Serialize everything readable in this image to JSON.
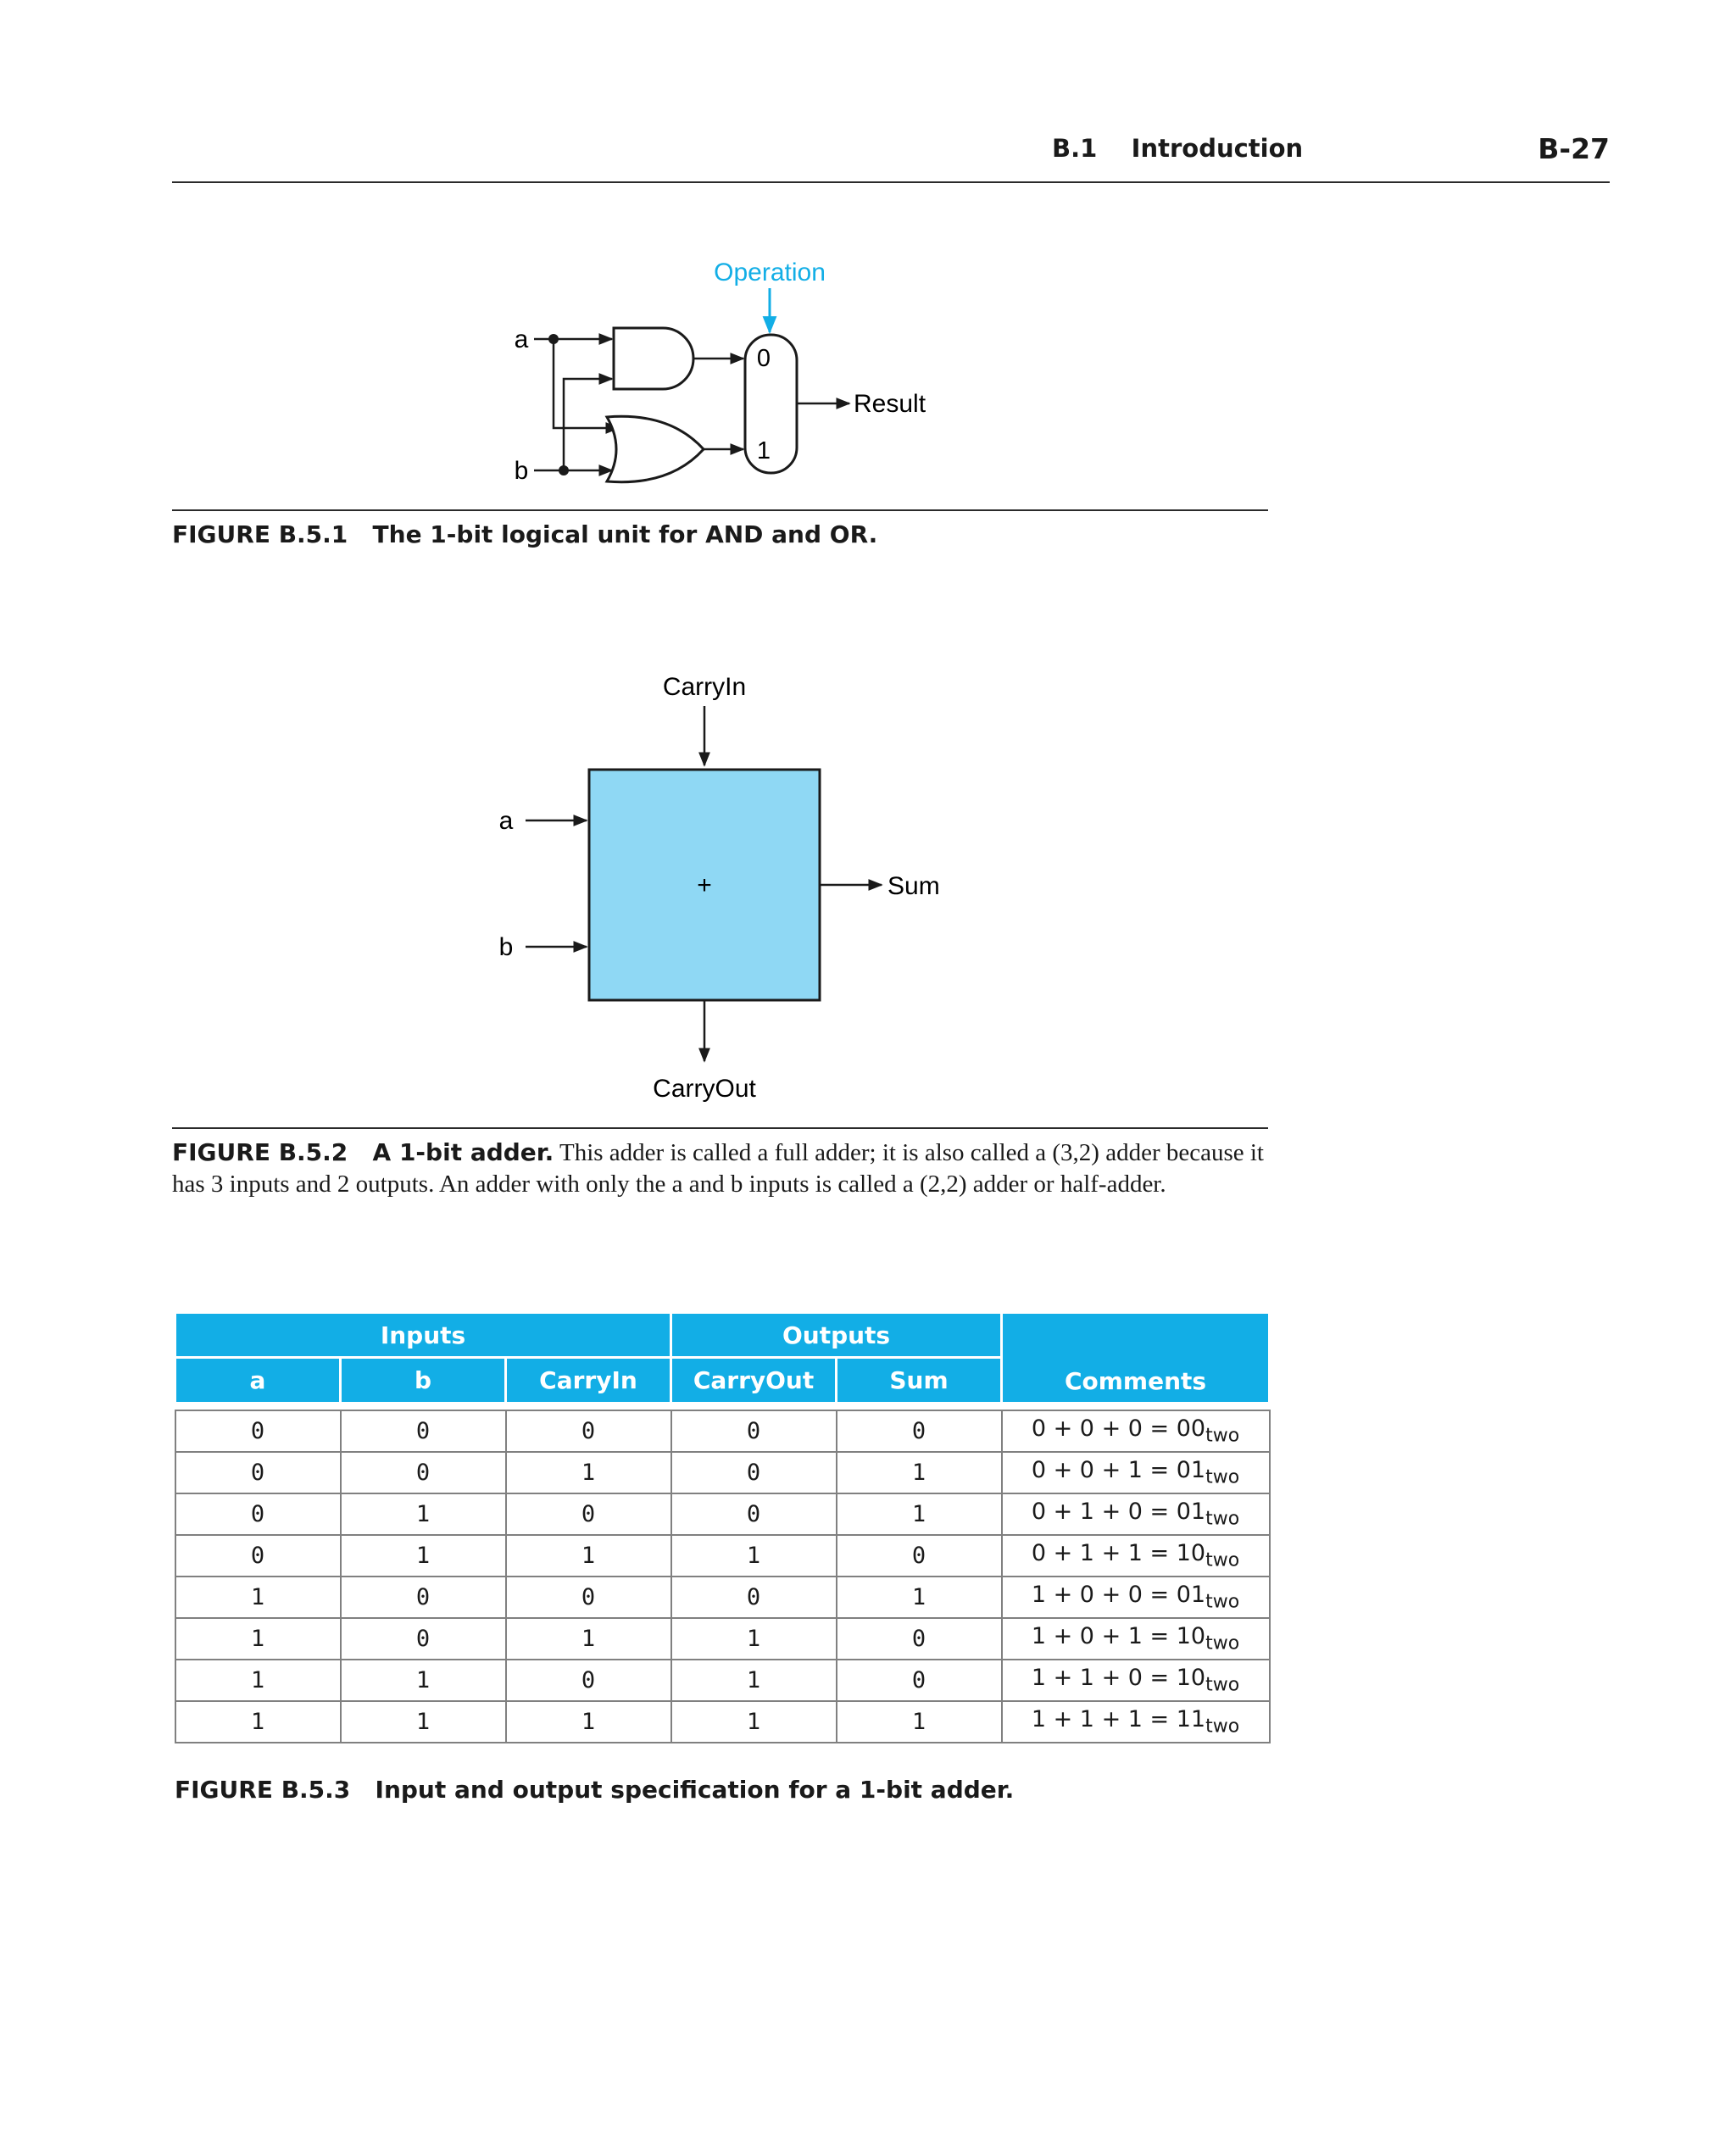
{
  "header": {
    "section": "B.1    Introduction",
    "page": "B-27"
  },
  "fig1": {
    "label": "FIGURE B.5.1",
    "title": "The 1-bit logical unit for AND and OR.",
    "diagram": {
      "operation": "Operation",
      "a": "a",
      "b": "b",
      "result": "Result",
      "mux0": "0",
      "mux1": "1"
    },
    "colors": {
      "operation": "#12aee6"
    }
  },
  "fig2": {
    "label": "FIGURE B.5.2",
    "title": "A 1-bit adder.",
    "body": "This adder is called a full adder; it is also called a (3,2) adder because it has 3 inputs and 2 outputs. An adder with only the a and b inputs is called a (2,2) adder or half-adder.",
    "diagram": {
      "carryin": "CarryIn",
      "a": "a",
      "b": "b",
      "plus": "+",
      "sum": "Sum",
      "carryout": "CarryOut"
    },
    "colors": {
      "box_fill": "#8fd8f4"
    }
  },
  "fig3": {
    "label": "FIGURE B.5.3",
    "title": "Input and output specification for a 1-bit adder.",
    "groups": {
      "inputs": "Inputs",
      "outputs": "Outputs",
      "comments": "Comments"
    },
    "columns": [
      "a",
      "b",
      "CarryIn",
      "CarryOut",
      "Sum"
    ],
    "rows": [
      {
        "a": "0",
        "b": "0",
        "cin": "0",
        "cout": "0",
        "sum": "0",
        "comment": "0 + 0 + 0 = 00",
        "sub": "two"
      },
      {
        "a": "0",
        "b": "0",
        "cin": "1",
        "cout": "0",
        "sum": "1",
        "comment": "0 + 0 + 1 = 01",
        "sub": "two"
      },
      {
        "a": "0",
        "b": "1",
        "cin": "0",
        "cout": "0",
        "sum": "1",
        "comment": "0 + 1 + 0 = 01",
        "sub": "two"
      },
      {
        "a": "0",
        "b": "1",
        "cin": "1",
        "cout": "1",
        "sum": "0",
        "comment": "0 + 1 + 1 = 10",
        "sub": "two"
      },
      {
        "a": "1",
        "b": "0",
        "cin": "0",
        "cout": "0",
        "sum": "1",
        "comment": "1 + 0 + 0 = 01",
        "sub": "two"
      },
      {
        "a": "1",
        "b": "0",
        "cin": "1",
        "cout": "1",
        "sum": "0",
        "comment": "1 + 0 + 1 = 10",
        "sub": "two"
      },
      {
        "a": "1",
        "b": "1",
        "cin": "0",
        "cout": "1",
        "sum": "0",
        "comment": "1 + 1 + 0 = 10",
        "sub": "two"
      },
      {
        "a": "1",
        "b": "1",
        "cin": "1",
        "cout": "1",
        "sum": "1",
        "comment": "1 + 1 + 1 = 11",
        "sub": "two"
      }
    ],
    "colors": {
      "header_fill": "#12aee6"
    }
  }
}
